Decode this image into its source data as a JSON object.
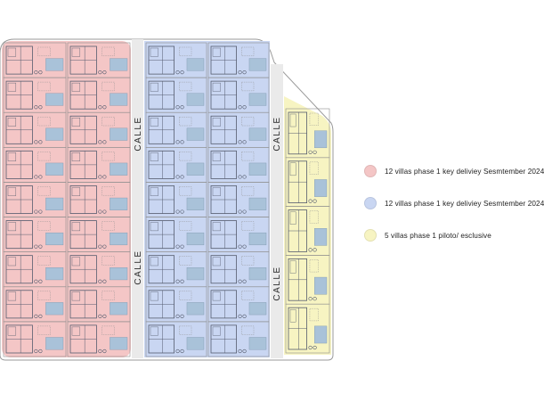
{
  "streets": [
    "CALLE",
    "CALLE",
    "CALLE",
    "CALLE"
  ],
  "colors": {
    "pink": "#f4c6c6",
    "blue": "#c9d6f2",
    "yellow": "#f7f4c2",
    "line": "#8e8e8e",
    "room": "#555c6e"
  },
  "legend": [
    {
      "label": "12 villas phase 1  key deliviey Sesmtember 2024",
      "color": "#f4c6c6"
    },
    {
      "label": "12 villas phase 1  key deliviey Sesmtember 2024",
      "color": "#c9d6f2"
    },
    {
      "label": "5 villas phase 1  piloto/ esclusive",
      "color": "#f7f4c2"
    }
  ],
  "plan": {
    "blocks": [
      {
        "id": "pink",
        "columns": 2,
        "rows": 9
      },
      {
        "id": "blue",
        "columns": 2,
        "rows": 9
      },
      {
        "id": "yellow",
        "columns": 1,
        "rows": 5
      }
    ]
  }
}
